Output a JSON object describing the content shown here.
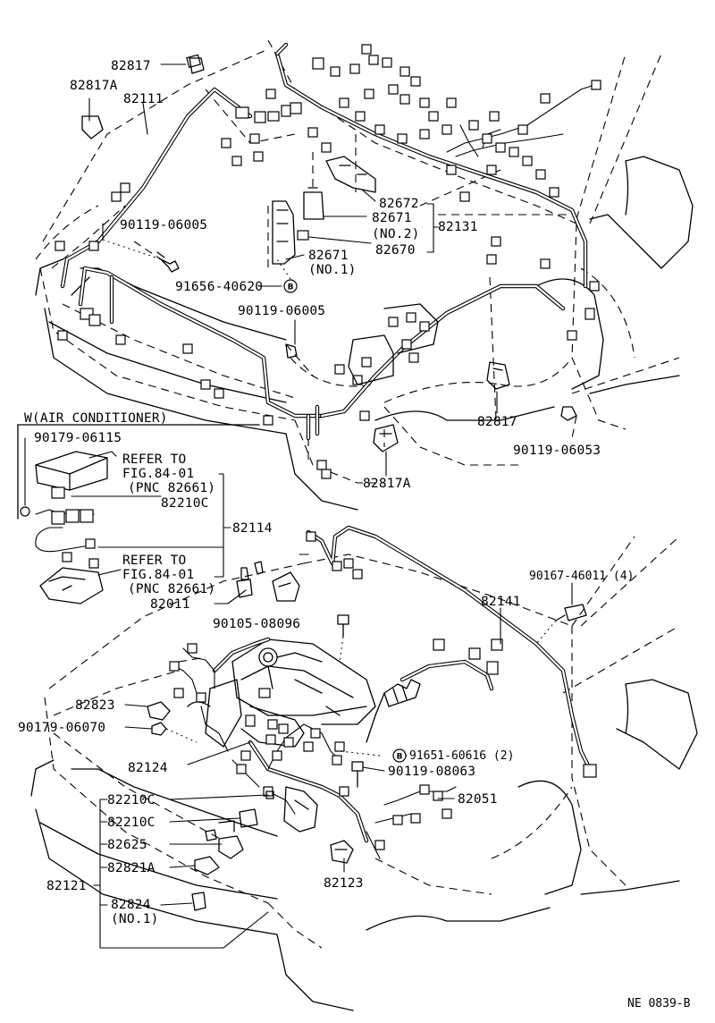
{
  "labels": {
    "p82817_top": "82817",
    "p82817A_top": "82817A",
    "p82111": "82111",
    "p90119_06005_a": "90119-06005",
    "p91656_40620": "91656-40620",
    "p90119_06005_b": "90119-06005",
    "p82672": "82672",
    "p82671_no2": "82671",
    "no2": "(NO.2)",
    "p82131": "82131",
    "p82670": "82670",
    "p82671_no1": "82671",
    "no1_a": "(NO.1)",
    "p82817_mid": "82817",
    "p90119_06053": "90119-06053",
    "p82817A_mid": "82817A",
    "w_air": "W(AIR CONDITIONER)",
    "p90179_06115": "90179-06115",
    "refer_to_1": "REFER TO",
    "fig_1": "FIG.84-01",
    "pnc_1": "(PNC 82661)",
    "p82210C_a": "82210C",
    "p82114": "82114",
    "refer_to_2": "REFER TO",
    "fig_2": "FIG.84-01",
    "pnc_2": "(PNC 82661)",
    "p82011": "82011",
    "p90105_08096": "90105-08096",
    "p90167_46011": "90167-46011 (4)",
    "p82141": "82141",
    "p82823": "82823",
    "p90179_06070": "90179-06070",
    "p82124": "82124",
    "p91651_60616": "91651-60616 (2)",
    "p90119_08063": "90119-08063",
    "p82210C_b": "82210C",
    "p82051": "82051",
    "p82210C_c": "82210C",
    "p82625": "82625",
    "p82821A": "82821A",
    "p82121": "82121",
    "p82824": "82824",
    "no1_b": "(NO.1)",
    "p82123": "82123",
    "footer": "NE 0839-B"
  },
  "markers": {
    "circle_b_1": "B",
    "circle_b_2": "B"
  }
}
